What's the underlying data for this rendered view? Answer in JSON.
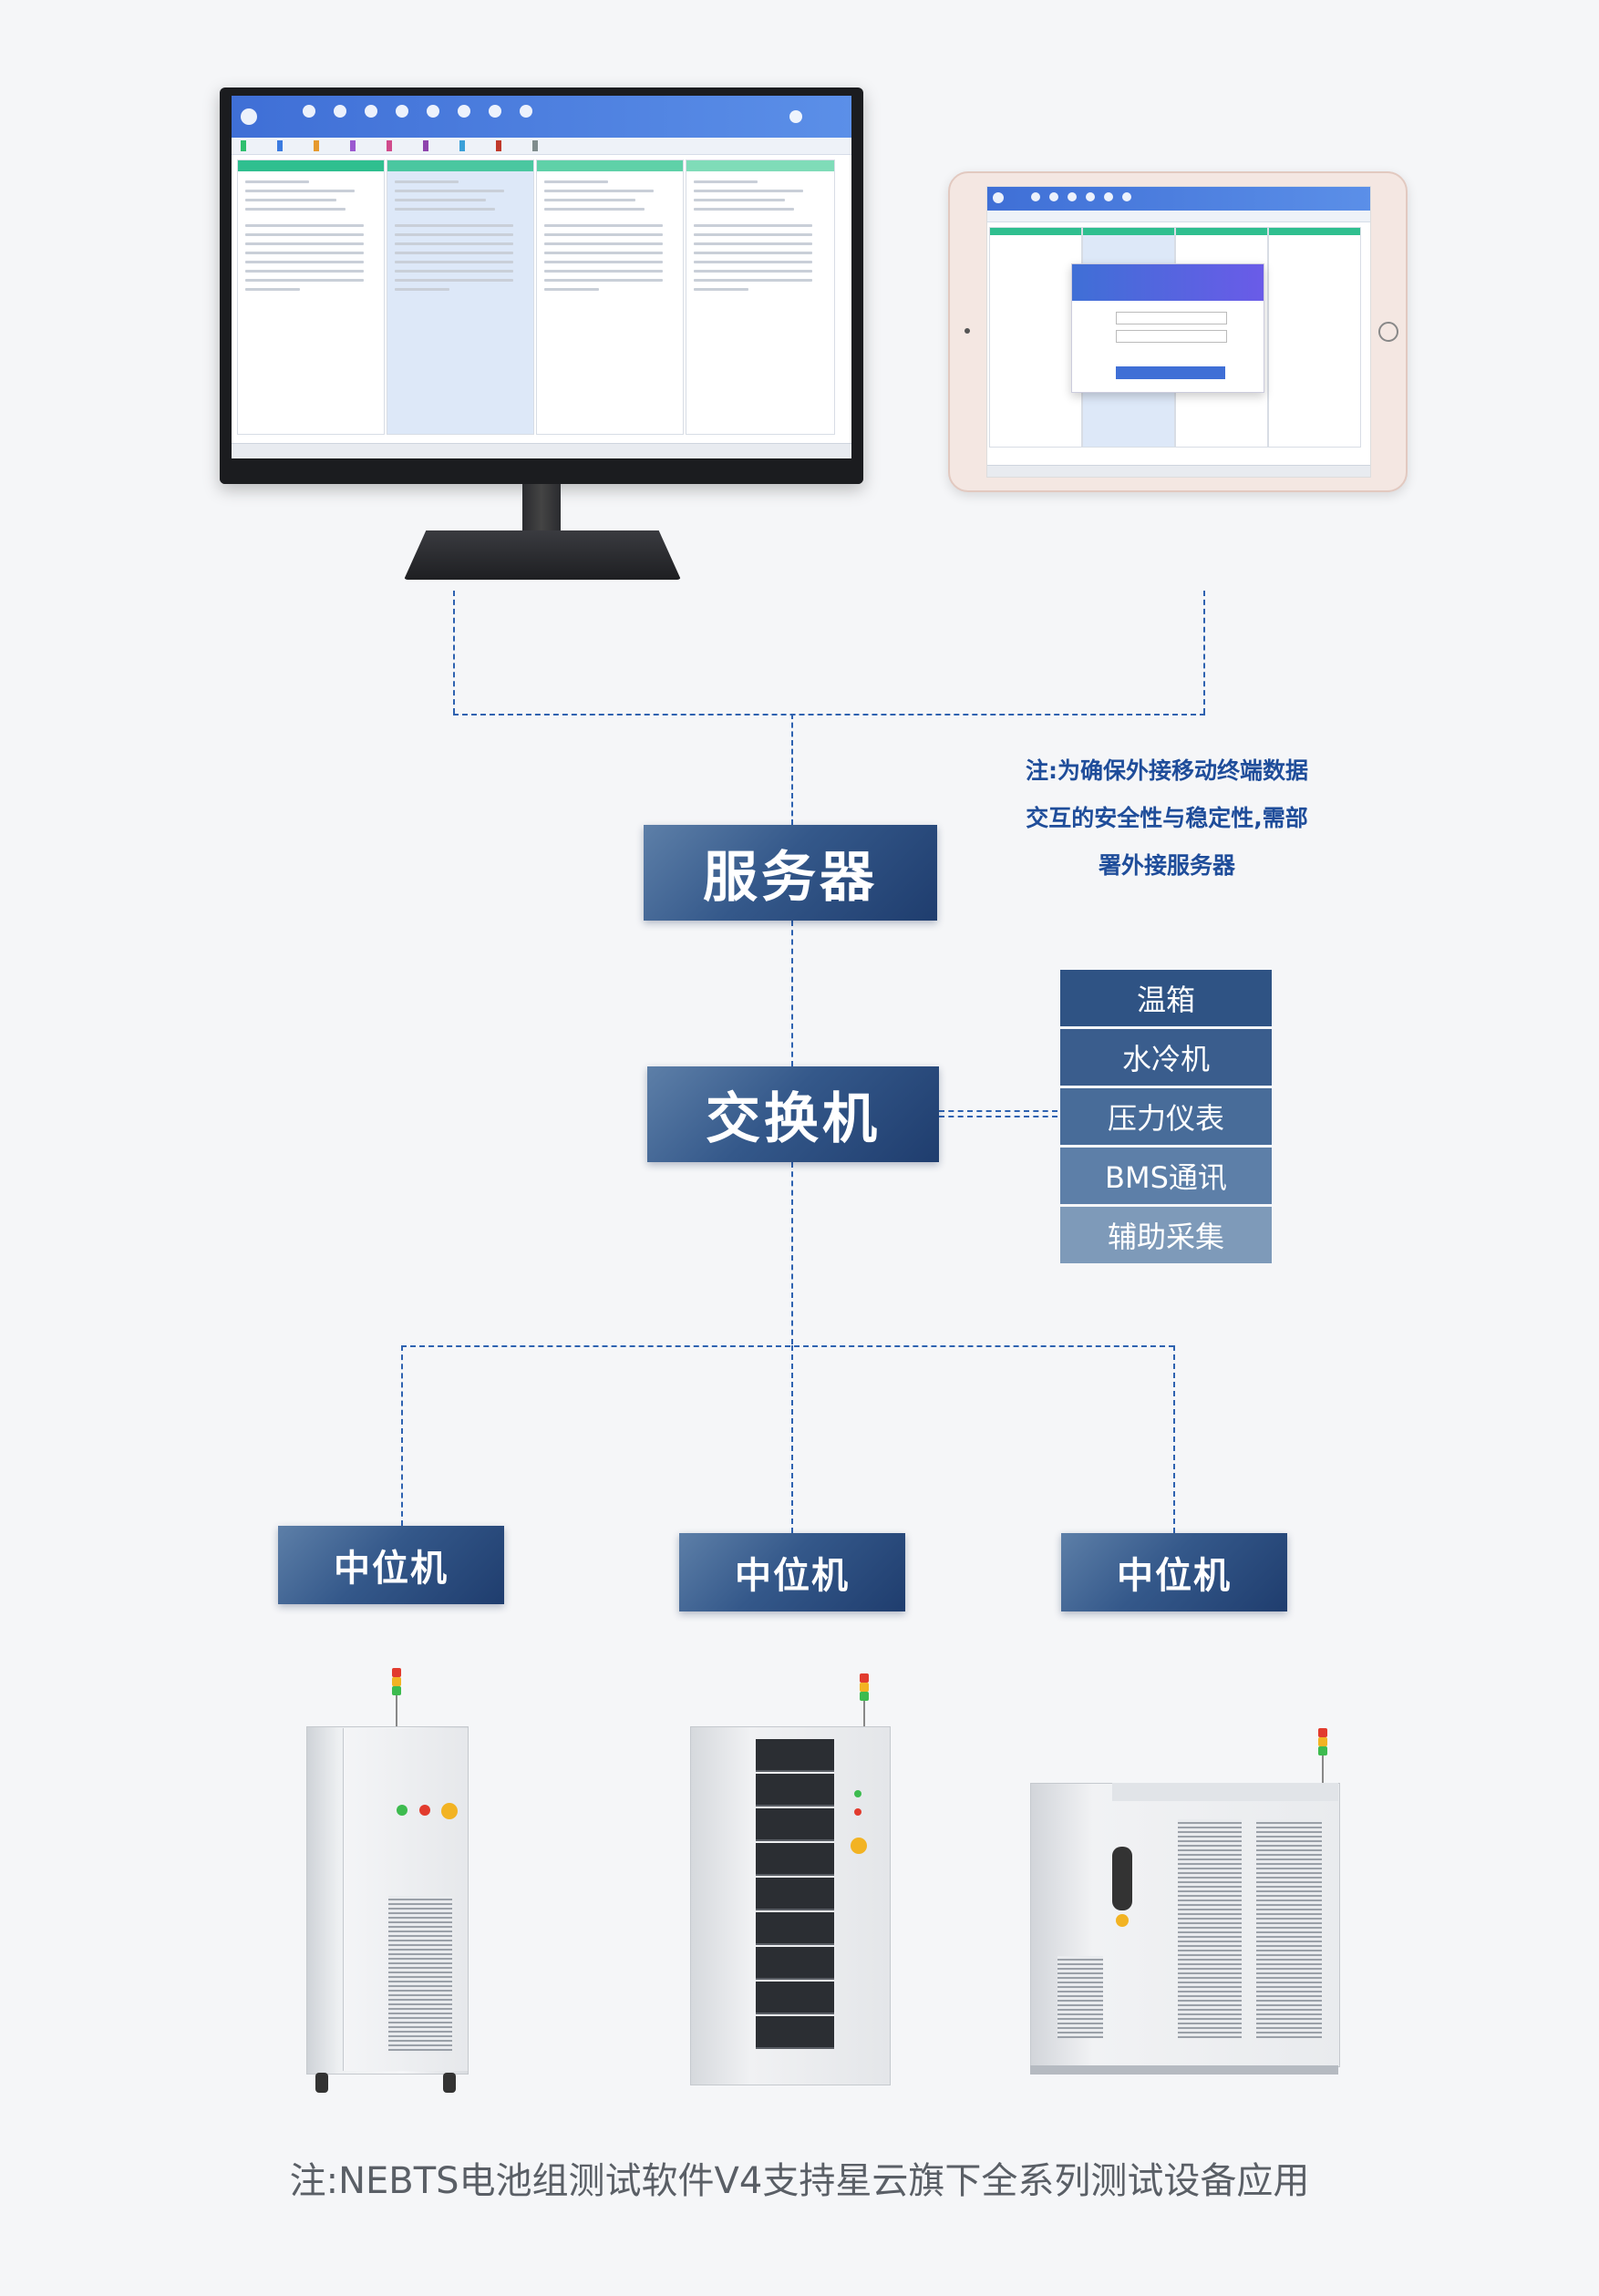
{
  "diagram": {
    "server_label": "服务器",
    "switch_label": "交换机",
    "note_lines": [
      "注:为确保外接移动终端数据",
      "交互的安全性与稳定性,需部",
      "署外接服务器"
    ],
    "devices": [
      "温箱",
      "水冷机",
      "压力仪表",
      "BMS通讯",
      "辅助采集"
    ],
    "device_colors": [
      "#2f5384",
      "#3a5d8d",
      "#486c99",
      "#5d7fa8",
      "#7e9ab9"
    ],
    "midlevel": [
      "中位机",
      "中位机",
      "中位机"
    ],
    "footer": "注:NEBTS电池组测试软件V4支持星云旗下全系列测试设备应用"
  },
  "colors": {
    "connector": "#2e62b0",
    "box_dark": "#1f3d6e",
    "note": "#1f4d9a"
  }
}
